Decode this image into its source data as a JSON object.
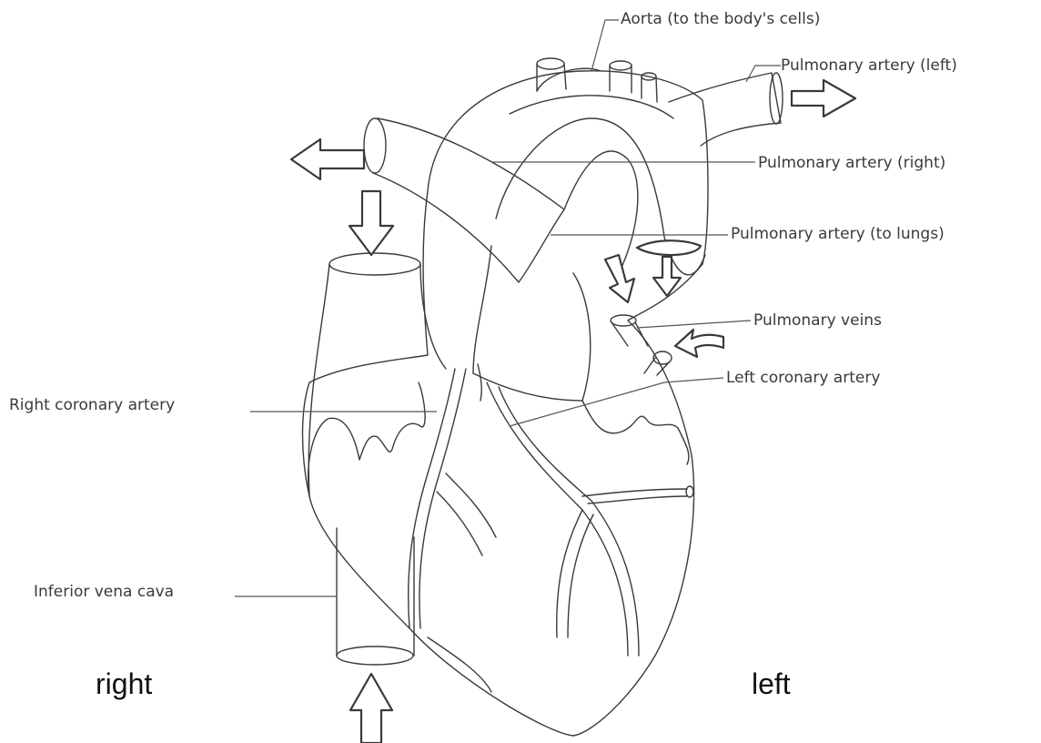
{
  "labels": {
    "aorta": "Aorta (to the body's cells)",
    "pulmonary_artery_left": "Pulmonary artery (left)",
    "pulmonary_artery_right": "Pulmonary artery (right)",
    "pulmonary_artery_to_lungs": "Pulmonary artery (to lungs)",
    "pulmonary_veins": "Pulmonary veins",
    "left_coronary_artery": "Left coronary artery",
    "right_coronary_artery": "Right coronary artery",
    "inferior_vena_cava": "Inferior vena cava"
  },
  "sides": {
    "right": "right",
    "left": "left"
  }
}
